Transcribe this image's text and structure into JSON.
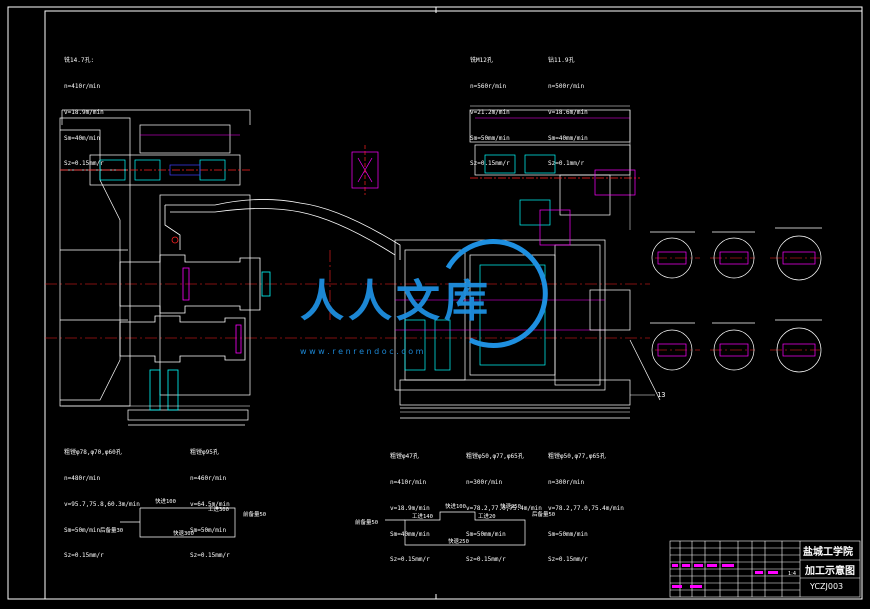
{
  "machining_notes": {
    "top_left": [
      "铣14.7孔:",
      "n=410r/min",
      "v=18.9m/min",
      "Sm=40m/min",
      "Sz=0.15mm/r"
    ],
    "top_mid": [
      "铣M12孔",
      "n=560r/min",
      "v=21.2m/min",
      "Sm=50mm/min",
      "Sz=0.15mm/r"
    ],
    "top_right": [
      "钻11.9孔",
      "n=500r/min",
      "v=18.6m/min",
      "Sm=40mm/min",
      "Sz=0.1mm/r"
    ],
    "bottom_1": [
      "粗镗φ78,φ70,φ60孔",
      "n=480r/min",
      "v=95.7,75.8,60.3m/min",
      "Sm=50m/min",
      "Sz=0.15mm/r"
    ],
    "bottom_2": [
      "粗镗φ95孔",
      "n=460r/min",
      "v=64.5m/min",
      "Sm=50m/min",
      "Sz=0.15mm/r"
    ],
    "bottom_3": [
      "粗镗φ47孔",
      "n=410r/min",
      "v=18.9m/min",
      "Sm=40mm/min",
      "Sz=0.15mm/r"
    ],
    "bottom_4": [
      "粗镗φ50,φ77,φ65孔",
      "n=300r/min",
      "v=78.2,77.0,75.4m/min",
      "Sm=50mm/min",
      "Sz=0.15mm/r"
    ],
    "bottom_5": [
      "粗镗φ50,φ77,φ65孔",
      "n=300r/min",
      "v=78.2,77.0,75.4m/min",
      "Sm=50mm/min",
      "Sz=0.15mm/r"
    ]
  },
  "work_cycle_left": {
    "fast_forward": "快进100",
    "work_feed": "工进300",
    "front_stop": "前备量50",
    "rear_stop": "后备量30",
    "fast_return": "快退300"
  },
  "work_cycle_right": {
    "front_stop": "前备量50",
    "work_feed_1": "工进140",
    "fast_forward": "快进100",
    "work_feed_2": "工进20",
    "fast_return_top": "快退250",
    "rear_stop": "后备量50",
    "fast_return": "快退250"
  },
  "title_block": {
    "school": "盐城工学院",
    "drawing_title": "加工示意图",
    "drawing_number": "YCZJ003",
    "scale": "1:4"
  },
  "callouts": {
    "part_number": "13"
  },
  "watermark": {
    "logo_text": "人人文库",
    "url_text": "w w w . r e n r e n d o c . c o m"
  },
  "colors": {
    "background": "#000000",
    "line_white": "#ffffff",
    "line_cyan": "#00ffff",
    "line_magenta": "#ff00ff",
    "line_red": "#ff2020",
    "line_green": "#00ff00",
    "line_yellow": "#ffff00",
    "line_blue": "#4040ff",
    "watermark_blue": "#1e8fe0"
  }
}
